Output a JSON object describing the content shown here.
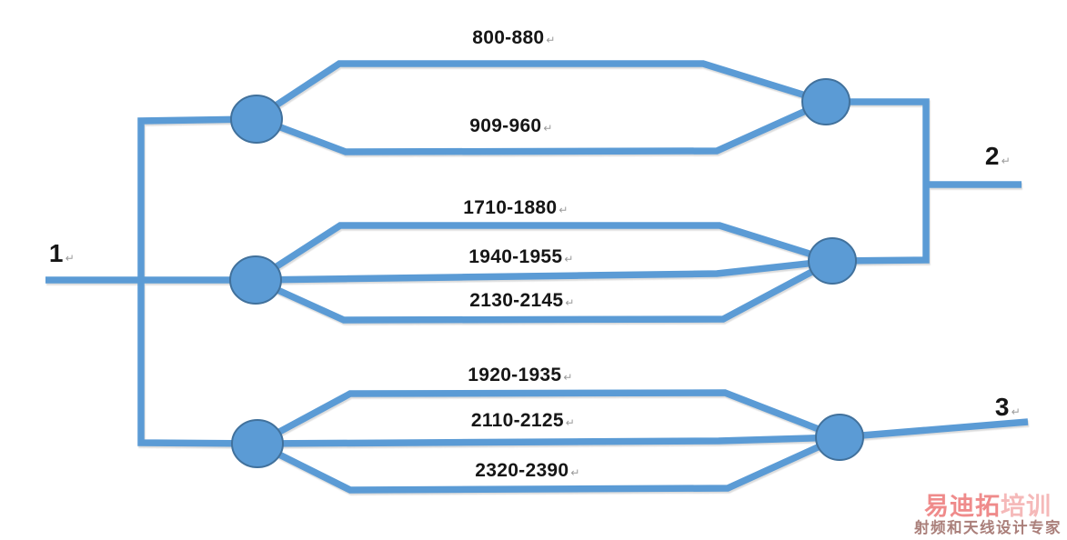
{
  "diagram": {
    "title_hint": "RF triplexer / frequency band routing diagram",
    "ports": {
      "port1": "1",
      "port2": "2",
      "port3": "3"
    },
    "branches": {
      "top": [
        "800-880",
        "909-960"
      ],
      "middle": [
        "1710-1880",
        "1940-1955",
        "2130-2145"
      ],
      "bottom": [
        "1920-1935",
        "2110-2125",
        "2320-2390"
      ]
    },
    "paragraph_mark": "↵",
    "colors": {
      "line": "#5b9bd5",
      "node_fill": "#5b9bd5",
      "node_stroke": "#41719c",
      "label_text": "#161616",
      "paragraph_mark": "#9a9a9a"
    }
  },
  "watermark": {
    "title_part1": "易迪拓",
    "title_part2": "培训",
    "subtitle": "射频和天线设计专家",
    "title_color1": "#ef8b8b",
    "title_color2": "#f5b9b9",
    "subtitle_color": "#aa7f7a"
  }
}
